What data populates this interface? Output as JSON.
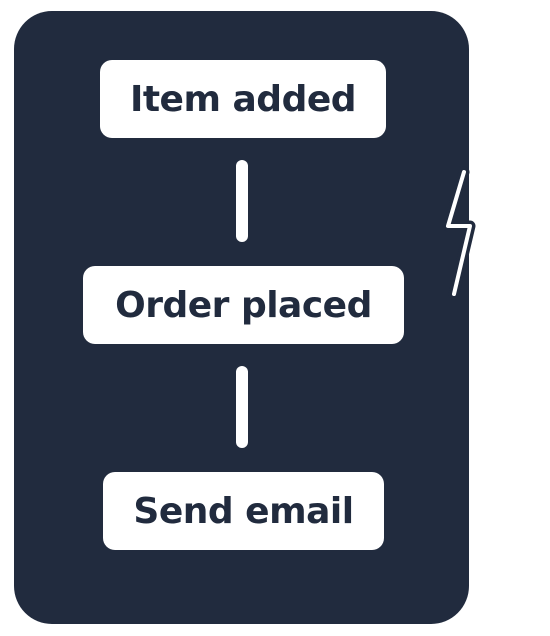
{
  "flow": {
    "steps": [
      {
        "label": "Item added"
      },
      {
        "label": "Order placed"
      },
      {
        "label": "Send email"
      }
    ]
  },
  "colors": {
    "card_background": "#212b3e",
    "node_background": "#ffffff",
    "node_text": "#212b3e",
    "connector": "#ffffff"
  },
  "icons": {
    "side_icon": "lightning-bolt-icon"
  }
}
